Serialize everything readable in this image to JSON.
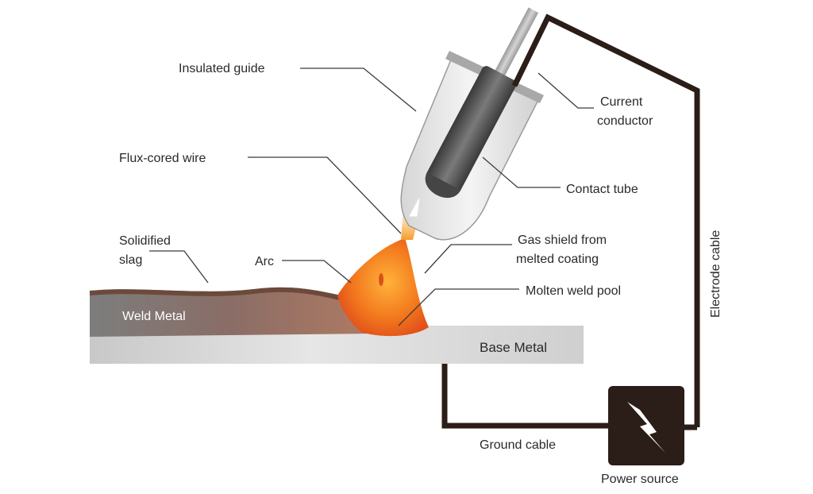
{
  "labels": {
    "insulated_guide": "Insulated guide",
    "current_conductor_line1": "Current",
    "current_conductor_line2": "conductor",
    "flux_cored_wire": "Flux-cored wire",
    "contact_tube": "Contact tube",
    "solidified_slag_line1": "Solidified",
    "solidified_slag_line2": "slag",
    "arc": "Arc",
    "gas_shield_line1": "Gas shield from",
    "gas_shield_line2": "melted coating",
    "molten_weld_pool": "Molten weld pool",
    "weld_metal": "Weld Metal",
    "base_metal": "Base Metal",
    "electrode_cable": "Electrode cable",
    "ground_cable": "Ground cable",
    "power_source": "Power source"
  },
  "icons": {
    "power": "lightning-bolt-icon"
  },
  "colors": {
    "cable": "#2b1d17",
    "power_box": "#2b1d17",
    "weld_metal": "#8a6a62",
    "base_metal": "#cfcfcf",
    "molten": "#f0731e"
  }
}
